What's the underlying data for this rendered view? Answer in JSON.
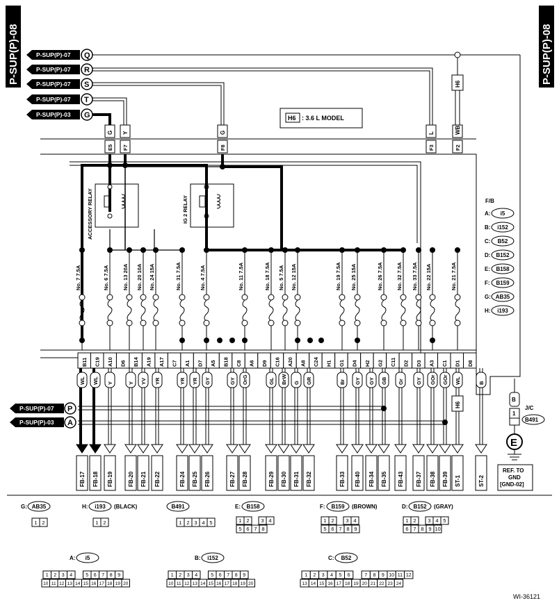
{
  "page_id": "P-SUP(P)-08",
  "figure_id": "WI-36121",
  "model_note": {
    "code": "H6",
    "text": ": 3.6 L MODEL"
  },
  "left_inputs": [
    {
      "source": "P-SUP(P)-07",
      "letter": "Q"
    },
    {
      "source": "P-SUP(P)-07",
      "letter": "R"
    },
    {
      "source": "P-SUP(P)-07",
      "letter": "S"
    },
    {
      "source": "P-SUP(P)-07",
      "letter": "T"
    },
    {
      "source": "P-SUP(P)-03",
      "letter": "G"
    }
  ],
  "lower_inputs": [
    {
      "source": "P-SUP(P)-07",
      "letter": "P"
    },
    {
      "source": "P-SUP(P)-03",
      "letter": "A"
    }
  ],
  "top_wires": [
    {
      "color": "G",
      "pin": "E5"
    },
    {
      "color": "Y",
      "pin": "F7"
    },
    {
      "color": "G",
      "pin": "F8"
    },
    {
      "color": "L",
      "pin": "F3"
    },
    {
      "color": "WB",
      "pin": "F2"
    }
  ],
  "h6_tag": "H6",
  "relays": {
    "accessory": "ACCESSORY RELAY",
    "ig2": "IG 2 RELAY"
  },
  "fuses": [
    "No. 7 7.5A",
    "No. 6 7.5A",
    "No. 13 20A",
    "No. 20 10A",
    "No. 24 15A",
    "No. 31 7.5A",
    "No. 4 7.5A",
    "No. 11 7.5A",
    "No. 18 7.5A",
    "No. 5 7.5A",
    "No. 12 15A",
    "No. 19 7.5A",
    "No. 25 15A",
    "No. 26 7.5A",
    "No. 32 7.5A",
    "No. 33 7.5A",
    "No. 22 15A",
    "No. 21 7.5A"
  ],
  "pins": [
    "B11",
    "C19",
    "A10",
    "D6",
    "B14",
    "A19",
    "A17",
    "C7",
    "A1",
    "D7",
    "A5",
    "B18",
    "C8",
    "A6",
    "D9",
    "C16",
    "A20",
    "A8",
    "C24",
    "H1",
    "G1",
    "D4",
    "H2",
    "G2",
    "C11",
    "D2",
    "D3",
    "A3",
    "C1",
    "D1",
    "D8"
  ],
  "wire_colors": [
    "WL",
    "WL",
    "Y",
    "Y",
    "YV",
    "YR",
    "YR",
    "YR",
    "GY",
    "GY",
    "OrG",
    "GL",
    "BrW",
    "G",
    "GR",
    "Br",
    "GY",
    "GY",
    "GB",
    "Gr",
    "GY",
    "GOr",
    "GOr",
    "WL",
    "B"
  ],
  "outputs": [
    "FB-17",
    "FB-18",
    "FB-19",
    "FB-20",
    "FB-21",
    "FB-22",
    "FB-24",
    "FB-25",
    "FB-26",
    "FB-27",
    "FB-28",
    "FB-29",
    "FB-30",
    "FB-31",
    "FB-32",
    "FB-33",
    "FB-40",
    "FB-34",
    "FB-35",
    "FB-43",
    "FB-37",
    "FB-38",
    "FB-39",
    "ST-1",
    "ST-2"
  ],
  "fb_legend": {
    "title": "F/B",
    "items": [
      {
        "key": "A:",
        "code": "i5"
      },
      {
        "key": "B:",
        "code": "i152"
      },
      {
        "key": "C:",
        "code": "B52"
      },
      {
        "key": "D:",
        "code": "B152"
      },
      {
        "key": "E:",
        "code": "B158"
      },
      {
        "key": "F:",
        "code": "B159"
      },
      {
        "key": "G:",
        "code": "AB35"
      },
      {
        "key": "H:",
        "code": "i193"
      }
    ]
  },
  "jc": {
    "label": "J/C",
    "code": "B491",
    "wire": "B",
    "pin": "1"
  },
  "ground": {
    "symbol": "E",
    "ref_lines": [
      "REF. TO",
      "GND",
      "[GND-02]"
    ]
  },
  "connectors_row1": [
    {
      "key": "G:",
      "code": "AB35",
      "suffix": "",
      "cells": [
        "1",
        "2"
      ]
    },
    {
      "key": "H:",
      "code": "i193",
      "suffix": "(BLACK)",
      "cells": [
        "1",
        "2"
      ]
    },
    {
      "key": "",
      "code": "B491",
      "suffix": "",
      "cells": [
        "1",
        "2",
        "3",
        "4",
        "5"
      ]
    },
    {
      "key": "E:",
      "code": "B158",
      "suffix": "",
      "cells": [
        "1",
        "2",
        "3",
        "4",
        "5",
        "6",
        "7",
        "8"
      ]
    },
    {
      "key": "F:",
      "code": "B159",
      "suffix": "(BROWN)",
      "cells": [
        "1",
        "2",
        "3",
        "4",
        "5",
        "6",
        "7",
        "8",
        "9"
      ]
    },
    {
      "key": "D:",
      "code": "B152",
      "suffix": "(GRAY)",
      "cells": [
        "1",
        "2",
        "3",
        "4",
        "5",
        "6",
        "7",
        "8",
        "9",
        "10"
      ]
    }
  ],
  "connectors_row2": [
    {
      "key": "A:",
      "code": "i5",
      "top": [
        "1",
        "2",
        "3",
        "4",
        "5",
        "6",
        "7",
        "8",
        "9"
      ],
      "bottom": [
        "10",
        "11",
        "12",
        "13",
        "14",
        "15",
        "16",
        "17",
        "18",
        "19",
        "20"
      ]
    },
    {
      "key": "B:",
      "code": "i152",
      "top": [
        "1",
        "2",
        "3",
        "4",
        "5",
        "6",
        "7",
        "8",
        "9"
      ],
      "bottom": [
        "10",
        "11",
        "12",
        "13",
        "14",
        "15",
        "16",
        "17",
        "18",
        "19",
        "20"
      ]
    },
    {
      "key": "C:",
      "code": "B52",
      "top": [
        "1",
        "2",
        "3",
        "4",
        "5",
        "6",
        "7",
        "8",
        "9",
        "10",
        "11",
        "12"
      ],
      "bottom": [
        "13",
        "14",
        "15",
        "16",
        "17",
        "18",
        "19",
        "20",
        "21",
        "22",
        "23",
        "24"
      ]
    }
  ]
}
